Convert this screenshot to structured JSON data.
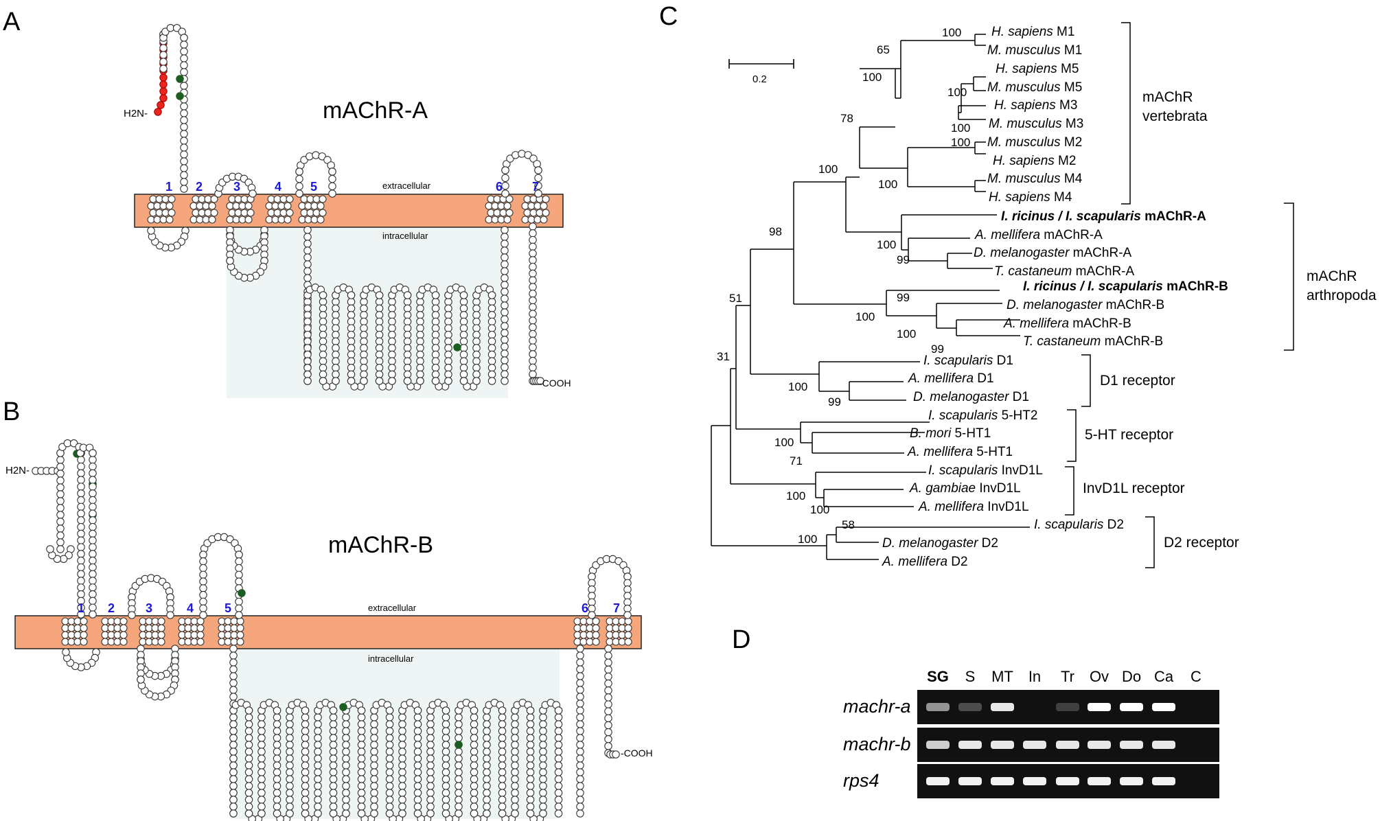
{
  "panels": {
    "a": "A",
    "b": "B",
    "c": "C",
    "d": "D"
  },
  "topology": {
    "a": {
      "title": "mAChR-A",
      "n_term": "H2N-",
      "c_term": "-COOH",
      "extracellular": "extracellular",
      "intracellular": "intracellular",
      "helix_numbers": [
        "1",
        "2",
        "3",
        "4",
        "5",
        "6",
        "7"
      ]
    },
    "b": {
      "title": "mAChR-B",
      "n_term": "H2N-",
      "c_term": "-COOH",
      "extracellular": "extracellular",
      "intracellular": "intracellular",
      "helix_numbers": [
        "1",
        "2",
        "3",
        "4",
        "5",
        "6",
        "7"
      ]
    },
    "colors": {
      "membrane": "#f5a67d",
      "residue_stroke": "#333333",
      "signal_residue": "#e8251e",
      "glyco_residue": "#1b5e20",
      "helix_number": "#1a1ad6",
      "cytoplasm": "#eef5f4"
    }
  },
  "tree": {
    "scale_label": "0.2",
    "taxa": [
      {
        "genus": "H. sapiens",
        "rest": " M1",
        "bold": false
      },
      {
        "genus": "M. musculus",
        "rest": " M1",
        "bold": false
      },
      {
        "genus": "H. sapiens",
        "rest": " M5",
        "bold": false
      },
      {
        "genus": "M. musculus",
        "rest": " M5",
        "bold": false
      },
      {
        "genus": "H. sapiens",
        "rest": " M3",
        "bold": false
      },
      {
        "genus": "M. musculus",
        "rest": " M3",
        "bold": false
      },
      {
        "genus": "M. musculus",
        "rest": " M2",
        "bold": false
      },
      {
        "genus": "H. sapiens",
        "rest": " M2",
        "bold": false
      },
      {
        "genus": "M. musculus",
        "rest": " M4",
        "bold": false
      },
      {
        "genus": "H. sapiens",
        "rest": " M4",
        "bold": false
      },
      {
        "genus": "I. ricinus / I. scapularis",
        "rest": " mAChR-A",
        "bold": true
      },
      {
        "genus": "A. mellifera",
        "rest": " mAChR-A",
        "bold": false
      },
      {
        "genus": "D. melanogaster",
        "rest": " mAChR-A",
        "bold": false
      },
      {
        "genus": "T. castaneum",
        "rest": " mAChR-A",
        "bold": false
      },
      {
        "genus": "I. ricinus / I. scapularis",
        "rest": " mAChR-B",
        "bold": true
      },
      {
        "genus": "D. melanogaster",
        "rest": " mAChR-B",
        "bold": false
      },
      {
        "genus": "A. mellifera",
        "rest": " mAChR-B",
        "bold": false
      },
      {
        "genus": "T. castaneum",
        "rest": " mAChR-B",
        "bold": false
      },
      {
        "genus": "I. scapularis",
        "rest": " D1",
        "bold": false
      },
      {
        "genus": "A. mellifera",
        "rest": " D1",
        "bold": false
      },
      {
        "genus": "D. melanogaster",
        "rest": " D1",
        "bold": false
      },
      {
        "genus": "I. scapularis",
        "rest": " 5-HT2",
        "bold": false
      },
      {
        "genus": "B. mori",
        "rest": " 5-HT1",
        "bold": false
      },
      {
        "genus": "A. mellifera",
        "rest": " 5-HT1",
        "bold": false
      },
      {
        "genus": "I. scapularis",
        "rest": " InvD1L",
        "bold": false
      },
      {
        "genus": "A. gambiae",
        "rest": " InvD1L",
        "bold": false
      },
      {
        "genus": "A. mellifera",
        "rest": " InvD1L",
        "bold": false
      },
      {
        "genus": "I. scapularis",
        "rest": " D2",
        "bold": false
      },
      {
        "genus": "D. melanogaster",
        "rest": " D2",
        "bold": false
      },
      {
        "genus": "A. mellifera",
        "rest": " D2",
        "bold": false
      }
    ],
    "bootstrap": [
      "100",
      "65",
      "100",
      "100",
      "100",
      "100",
      "78",
      "100",
      "100",
      "100",
      "99",
      "98",
      "100",
      "100",
      "99",
      "51",
      "100",
      "99",
      "31",
      "100",
      "71",
      "100",
      "100",
      "58",
      "100"
    ],
    "groups": [
      {
        "line1": "mAChR",
        "line2": "vertebrata"
      },
      {
        "line1": "mAChR",
        "line2": "arthropoda"
      },
      {
        "line1": "D1 receptor",
        "line2": ""
      },
      {
        "line1": "5-HT receptor",
        "line2": ""
      },
      {
        "line1": "InvD1L receptor",
        "line2": ""
      },
      {
        "line1": "D2 receptor",
        "line2": ""
      }
    ]
  },
  "gel": {
    "lanes": [
      "SG",
      "S",
      "MT",
      "In",
      "Tr",
      "Ov",
      "Do",
      "Ca",
      "C"
    ],
    "rows": [
      {
        "gene": "machr-a",
        "intensity": [
          0.55,
          0.25,
          0.9,
          0,
          0.2,
          1.0,
          1.0,
          1.0,
          0
        ]
      },
      {
        "gene": "machr-b",
        "intensity": [
          0.8,
          0.9,
          0.9,
          0.9,
          0.9,
          0.9,
          0.9,
          0.9,
          0
        ]
      },
      {
        "gene": "rps4",
        "intensity": [
          0.95,
          0.95,
          0.95,
          0.95,
          0.95,
          0.95,
          0.95,
          0.95,
          0
        ]
      }
    ]
  }
}
